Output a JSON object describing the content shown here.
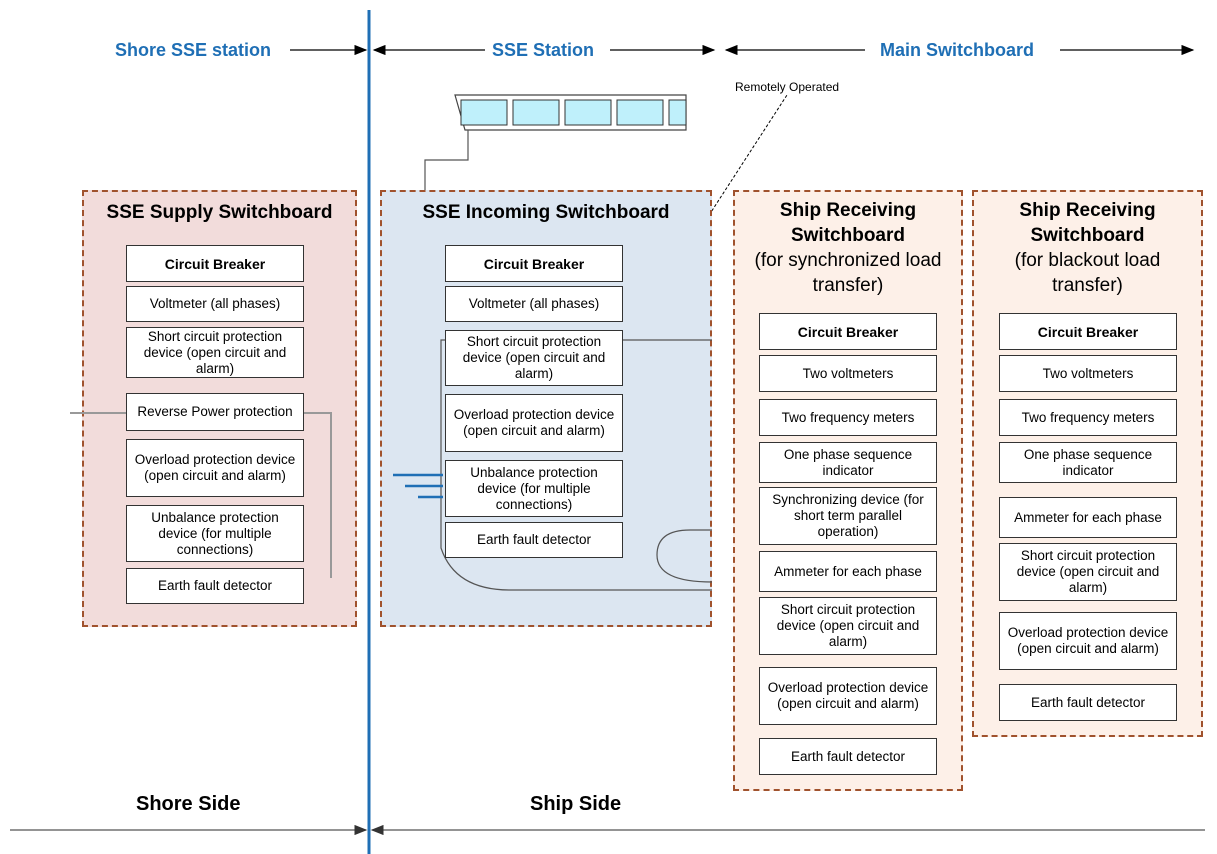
{
  "headers": {
    "shore_station": "Shore SSE station",
    "sse_station": "SSE Station",
    "main_switchboard": "Main Switchboard"
  },
  "remote_label": "Remotely Operated",
  "sides": {
    "shore": "Shore Side",
    "ship": "Ship Side"
  },
  "panels": {
    "supply": {
      "title": "SSE Supply Switchboard",
      "items": [
        "Circuit Breaker",
        "Voltmeter (all phases)",
        "Short circuit protection device (open circuit and alarm)",
        "Reverse Power protection",
        "Overload protection device (open circuit and alarm)",
        "Unbalance protection device (for multiple connections)",
        "Earth fault detector"
      ]
    },
    "incoming": {
      "title": "SSE Incoming Switchboard",
      "items": [
        "Circuit Breaker",
        "Voltmeter (all phases)",
        "Short circuit protection device (open circuit and alarm)",
        "Overload protection device (open circuit and alarm)",
        "Unbalance protection device (for multiple connections)",
        "Earth fault detector"
      ]
    },
    "receiving_sync": {
      "title_bold_1": "Ship Receiving",
      "title_bold_2": "Switchboard",
      "title_normal_1": "(for synchronized load",
      "title_normal_2": "transfer)",
      "items": [
        "Circuit Breaker",
        "Two voltmeters",
        "Two frequency meters",
        "One phase sequence indicator",
        "Synchronizing device (for short term parallel operation)",
        "Ammeter for each phase",
        "Short circuit protection device (open circuit and alarm)",
        "Overload protection device (open circuit and alarm)",
        "Earth fault detector"
      ]
    },
    "receiving_blackout": {
      "title_bold_1": "Ship Receiving",
      "title_bold_2": "Switchboard",
      "title_normal_1": "(for blackout load",
      "title_normal_2": "transfer)",
      "items": [
        "Circuit Breaker",
        "Two voltmeters",
        "Two frequency meters",
        "One phase sequence indicator",
        "Ammeter for each phase",
        "Short circuit protection device (open circuit and alarm)",
        "Overload protection device (open circuit and alarm)",
        "Earth fault detector"
      ]
    }
  }
}
